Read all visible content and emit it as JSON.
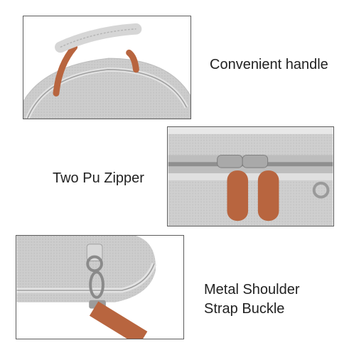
{
  "features": [
    {
      "caption": "Convenient handle"
    },
    {
      "caption": "Two Pu Zipper"
    },
    {
      "caption_line1": "Metal Shoulder",
      "caption_line2": "Strap Buckle"
    }
  ],
  "colors": {
    "fabric": "#cfcfcf",
    "fabric_dark": "#a9a9a9",
    "leather": "#b8653f",
    "frame": "#5c5c5c"
  }
}
